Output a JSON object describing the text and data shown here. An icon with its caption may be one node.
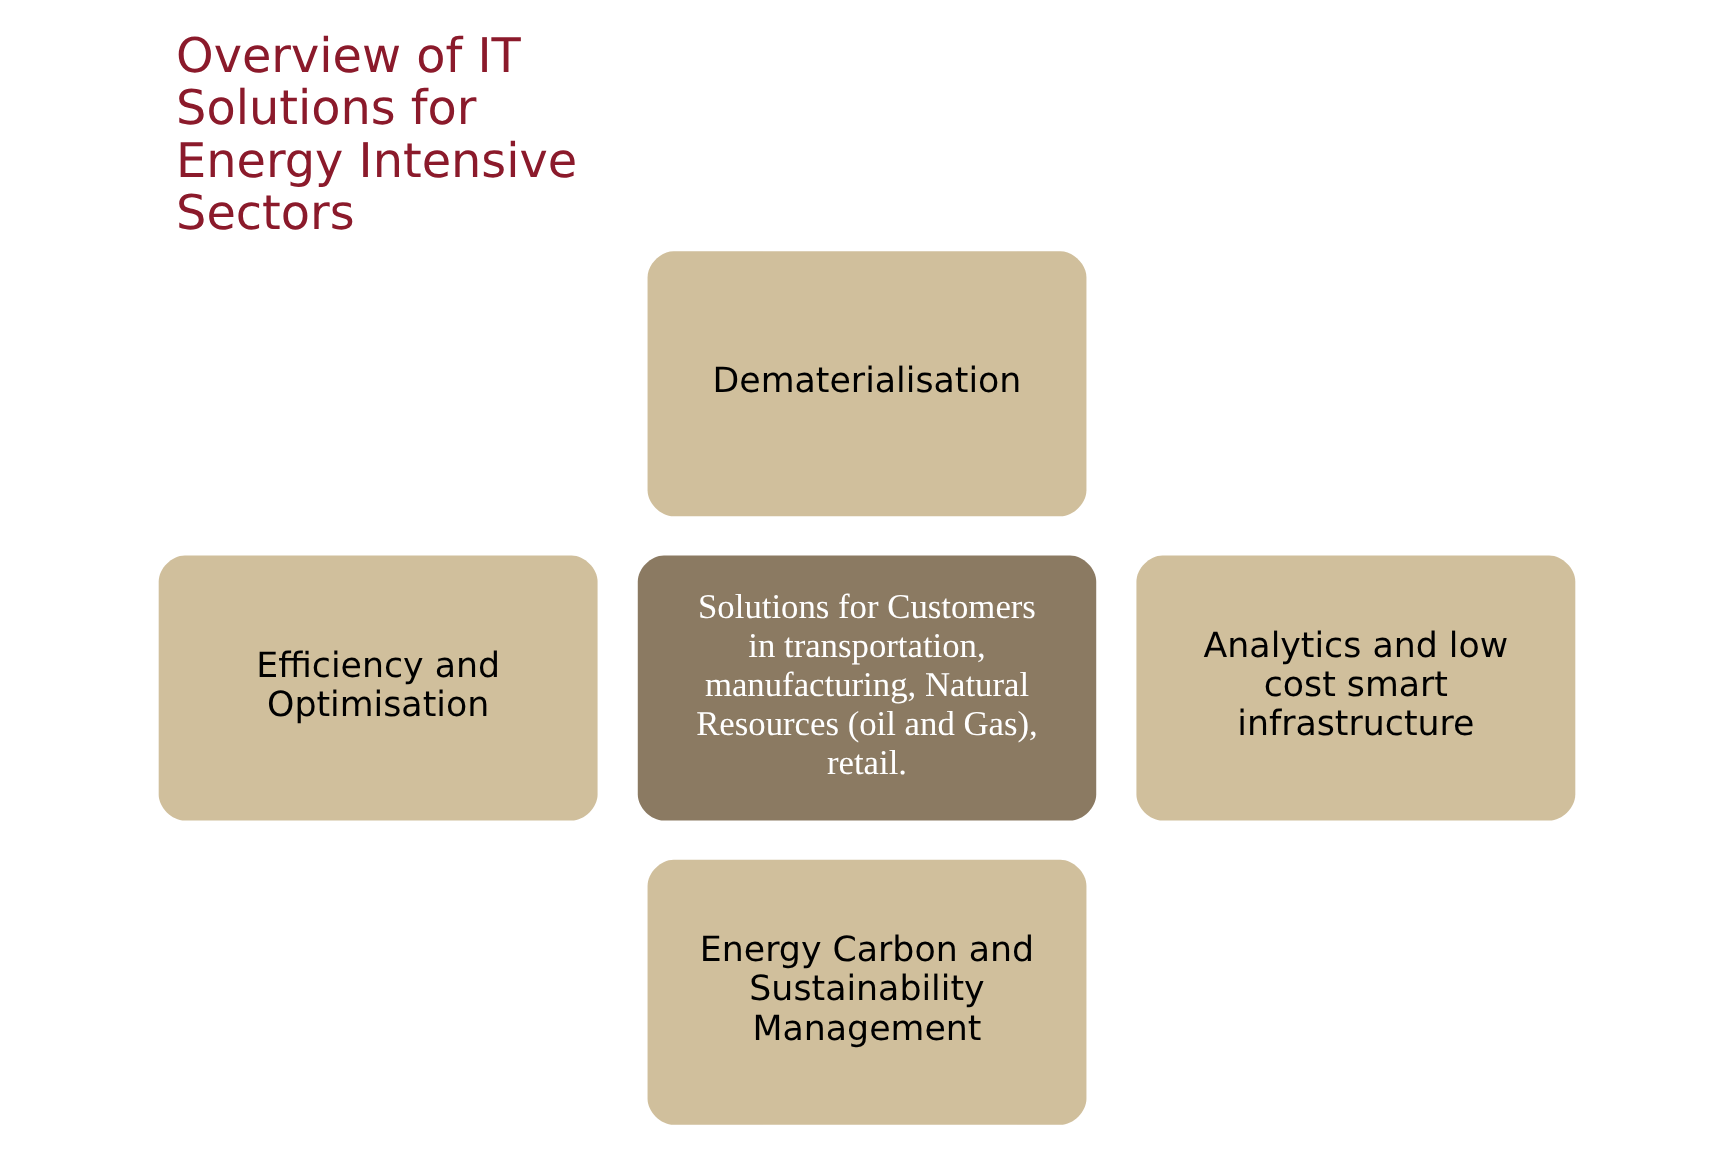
{
  "diagram": {
    "title": "Overview of IT Solutions for Energy Intensive Sectors",
    "nodes": [
      {
        "text": [
          "Dematerialisation"
        ]
      },
      {
        "text": [
          "Efficiency and Optimisation"
        ]
      },
      {
        "text": [
          "Solutions for Customers in transportation, manufacturing, Natural Resources (oil and Gas), retail."
        ]
      },
      {
        "text": [
          "Analytics and low cost smart infrastructure"
        ]
      },
      {
        "text": [
          "Energy Carbon and Sustainability Management"
        ]
      }
    ],
    "edges": []
  }
}
